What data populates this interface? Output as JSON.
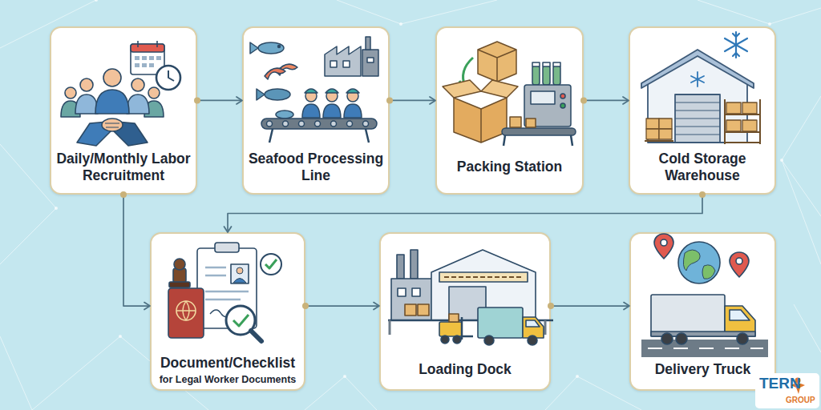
{
  "diagram": {
    "nodes": [
      {
        "text": [
          "Daily/Monthly Labor Recruitment"
        ]
      },
      {
        "text": [
          "Seafood Processing Line"
        ]
      },
      {
        "text": [
          "Packing Station"
        ]
      },
      {
        "text": [
          "Cold Storage Warehouse"
        ]
      },
      {
        "text": [
          "Document/Checklist",
          "for Legal Worker Documents"
        ]
      },
      {
        "text": [
          "Loading Dock"
        ]
      },
      {
        "text": [
          "Delivery Truck"
        ]
      }
    ],
    "edges": [
      {
        "from": 0,
        "to": 1,
        "arrow": "to"
      },
      {
        "from": 1,
        "to": 2,
        "arrow": "to"
      },
      {
        "from": 2,
        "to": 3,
        "arrow": "to"
      },
      {
        "from": 3,
        "to": 4,
        "arrow": "to"
      },
      {
        "from": 0,
        "to": 4,
        "arrow": "to"
      },
      {
        "from": 4,
        "to": 5,
        "arrow": "to"
      },
      {
        "from": 5,
        "to": 6,
        "arrow": "to"
      }
    ],
    "labels": [
      "TERN",
      "GROUP"
    ]
  }
}
